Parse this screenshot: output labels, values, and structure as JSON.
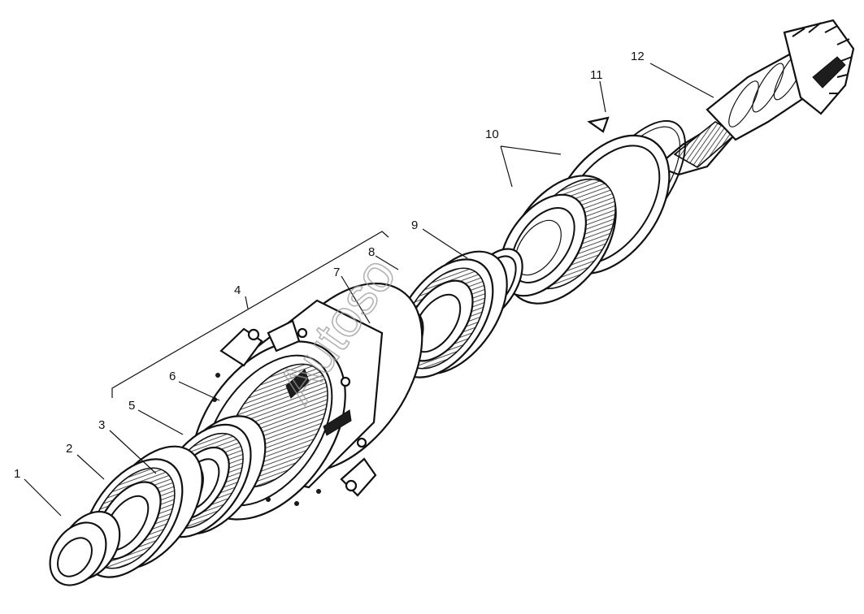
{
  "labels": [
    "1",
    "2",
    "3",
    "4",
    "5",
    "6",
    "7",
    "8",
    "9",
    "10",
    "11",
    "12"
  ],
  "watermark": "Autoso"
}
